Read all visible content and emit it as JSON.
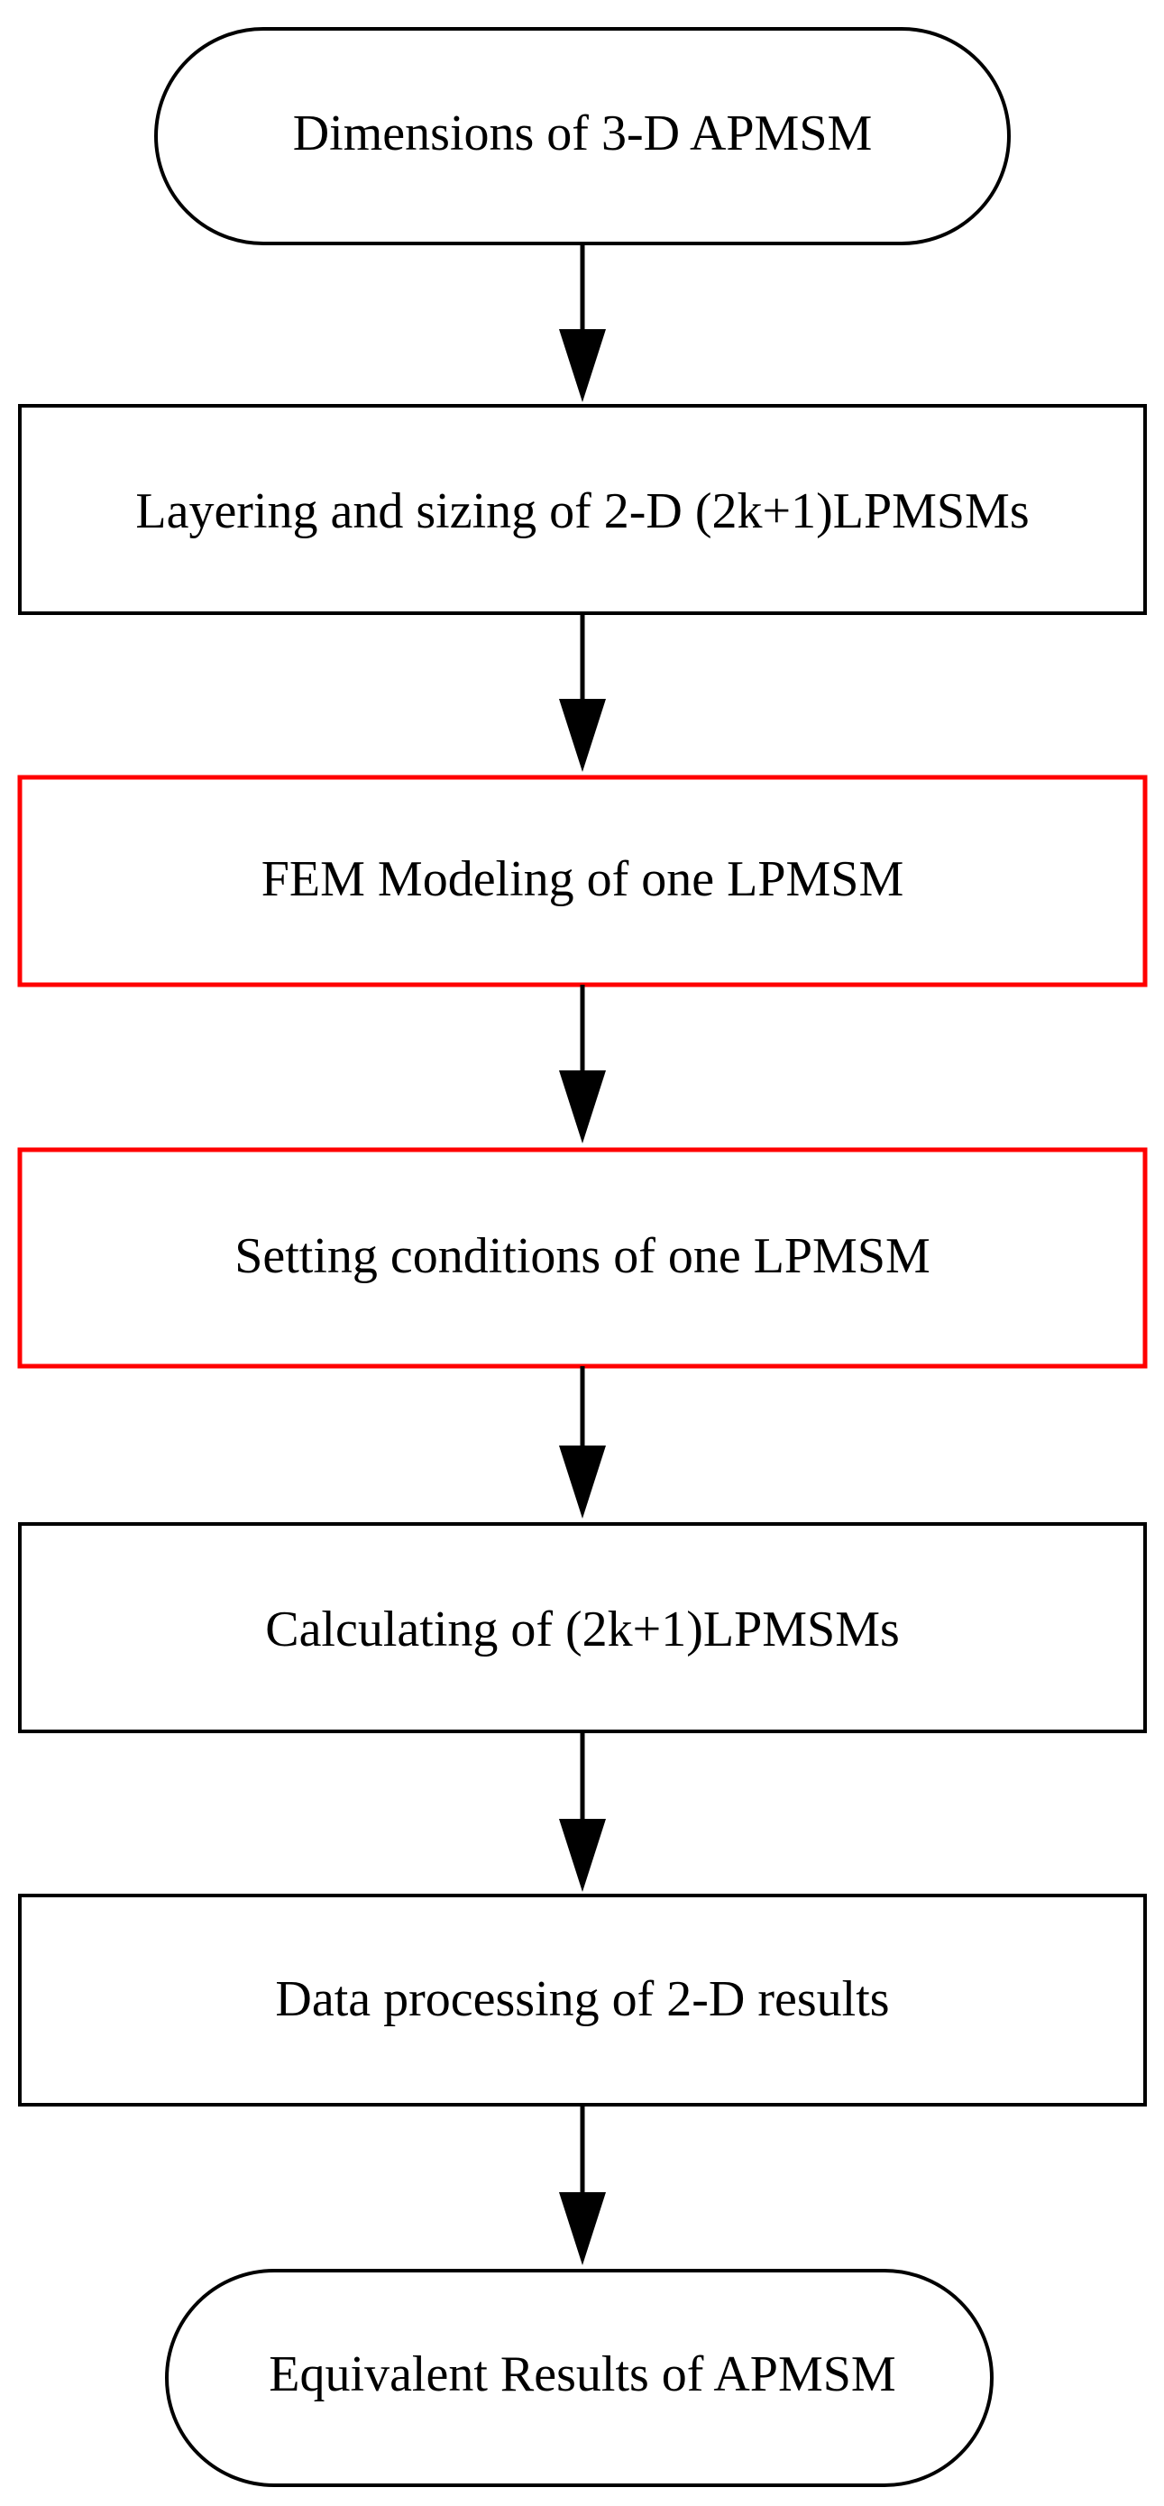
{
  "flowchart": {
    "steps": [
      {
        "label": "Dimensions of 3-D APMSM",
        "shape": "terminal",
        "border_color": "#000000"
      },
      {
        "label": "Layering and sizing of 2-D (2k+1)LPMSMs",
        "shape": "process",
        "border_color": "#000000"
      },
      {
        "label": "FEM Modeling of one LPMSM",
        "shape": "process",
        "border_color": "#ff0000"
      },
      {
        "label": "Setting conditions of one LPMSM",
        "shape": "process",
        "border_color": "#ff0000"
      },
      {
        "label": "Calculating of (2k+1)LPMSMs",
        "shape": "process",
        "border_color": "#000000"
      },
      {
        "label": "Data processing of 2-D results",
        "shape": "process",
        "border_color": "#000000"
      },
      {
        "label": "Equivalent Results of APMSM",
        "shape": "terminal",
        "border_color": "#000000"
      }
    ],
    "arrow_color": "#000000"
  }
}
